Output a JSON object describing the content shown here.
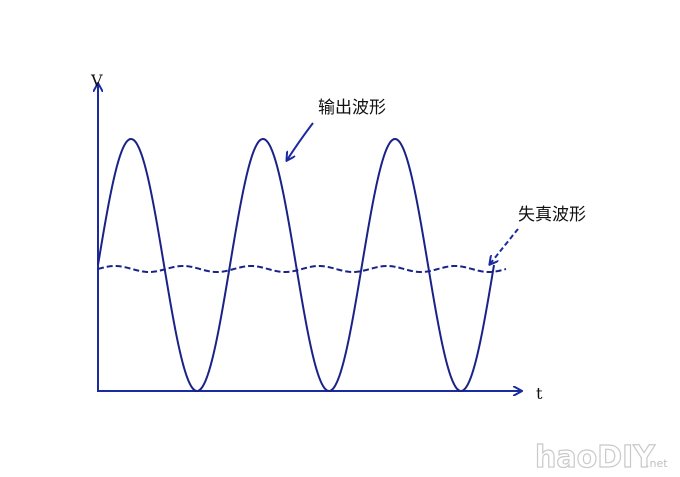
{
  "axes": {
    "y_label": "V",
    "x_label": "t"
  },
  "labels": {
    "output_waveform": "输出波形",
    "distorted_waveform": "失真波形"
  },
  "colors": {
    "axis": "#1a2aa0",
    "wave": "#1a2288"
  },
  "watermark": {
    "text": "haoDIY",
    "suffix": ".net"
  }
}
